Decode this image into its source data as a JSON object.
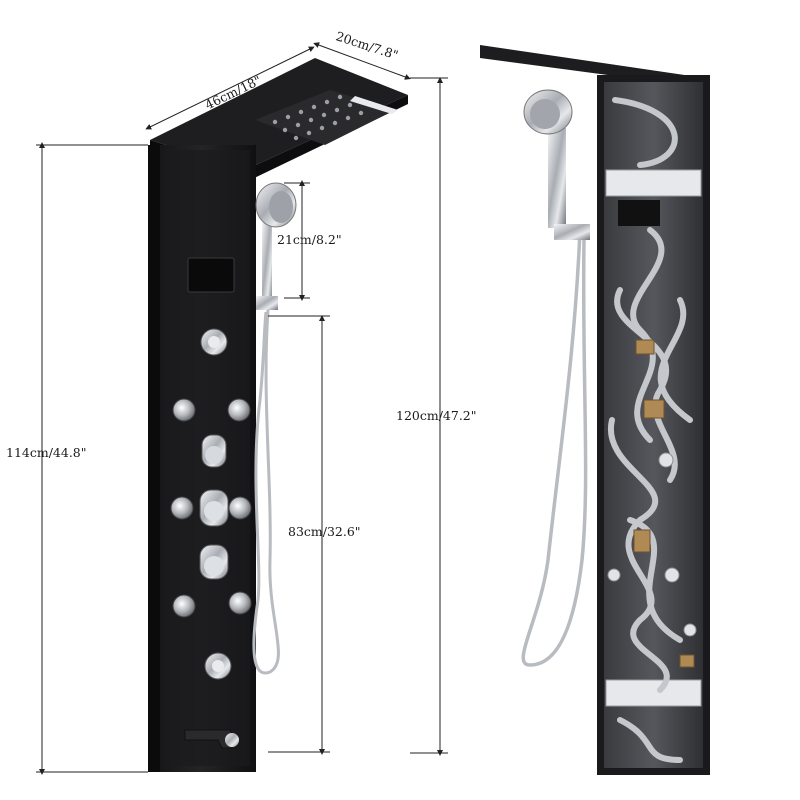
{
  "dimensions": {
    "head_width": "46cm/18\"",
    "head_depth": "20cm/7.8\"",
    "handheld_length": "21cm/8.2\"",
    "panel_height": "114cm/44.8\"",
    "hose_height": "83cm/32.6\"",
    "total_height": "120cm/47.2\""
  },
  "colors": {
    "panel": "#1c1c1e",
    "panel_edge": "#2e2e31",
    "chrome": "#c9ccd1",
    "hose": "#b8bbc0",
    "interior_tube": "#c4c7cb",
    "background": "#ffffff"
  }
}
